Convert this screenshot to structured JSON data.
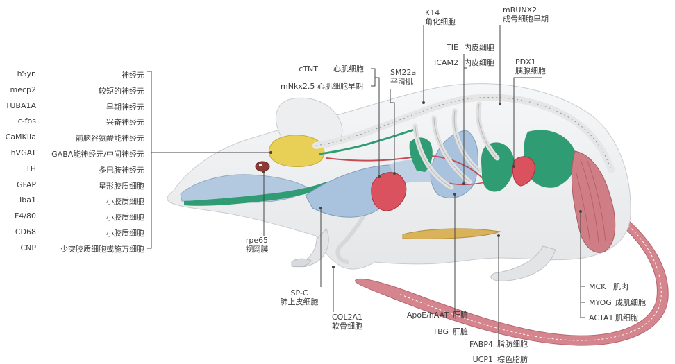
{
  "promoter_list": [
    {
      "gene": "hSyn",
      "cell": "神经元"
    },
    {
      "gene": "mecp2",
      "cell": "较短的神经元"
    },
    {
      "gene": "TUBA1A",
      "cell": "早期神经元"
    },
    {
      "gene": "c-fos",
      "cell": "兴奋神经元"
    },
    {
      "gene": "CaMKIIa",
      "cell": "前脑谷氨酸能神经元"
    },
    {
      "gene": "hVGAT",
      "cell": "GABA能神经元/中间神经元"
    },
    {
      "gene": "TH",
      "cell": "多巴胺神经元"
    },
    {
      "gene": "GFAP",
      "cell": "星形胶质细胞"
    },
    {
      "gene": "Iba1",
      "cell": "小胶质细胞"
    },
    {
      "gene": "F4/80",
      "cell": "小胶质细胞"
    },
    {
      "gene": "CD68",
      "cell": "小胶质细胞"
    },
    {
      "gene": "CNP",
      "cell": "少突胶质细胞或施万细胞"
    }
  ],
  "labels": {
    "ctnt": "cTNT",
    "ctnt_cell": "心肌细胞",
    "mnkx": "mNkx2.5",
    "mnkx_cell": "心肌细胞早期",
    "sm22a": "SM22a",
    "sm22a_cell": "平滑肌",
    "k14": "K14",
    "k14_cell": "角化细胞",
    "tie": "TIE",
    "tie_cell": "内皮细胞",
    "icam2": "ICAM2",
    "icam2_cell": "内皮细胞",
    "mrunx2": "mRUNX2",
    "mrunx2_cell": "成骨细胞早期",
    "pdx1": "PDX1",
    "pdx1_cell": "胰腺细胞",
    "rpe65": "rpe65",
    "rpe65_cell": "视网膜",
    "spc": "SP-C",
    "spc_cell": "肺上皮细胞",
    "col2a1": "COL2A1",
    "col2a1_cell": "软骨细胞",
    "apoe": "ApoE/hAAT",
    "apoe_cell": "肝脏",
    "tbg": "TBG",
    "tbg_cell": "肝脏",
    "fabp4": "FABP4",
    "fabp4_cell": "脂肪细胞",
    "ucp1": "UCP1",
    "ucp1_cell": "棕色脂肪",
    "mck": "MCK",
    "mck_cell": "肌肉",
    "myog": "MYOG",
    "myog_cell": "成肌细胞",
    "acta1": "ACTA1",
    "acta1_cell": "肌细胞"
  },
  "colors": {
    "brain": "#e8cf55",
    "heart": "#d9525e",
    "lung": "#a9c3de",
    "green_tissue": "#2f9c73",
    "muscle": "#cf7e86",
    "tail": "#d4858d",
    "bone": "#f4f4f4",
    "fat": "#d9b25a",
    "eye": "#8b3a36",
    "text": "#3a3a3a",
    "line": "#444444"
  }
}
